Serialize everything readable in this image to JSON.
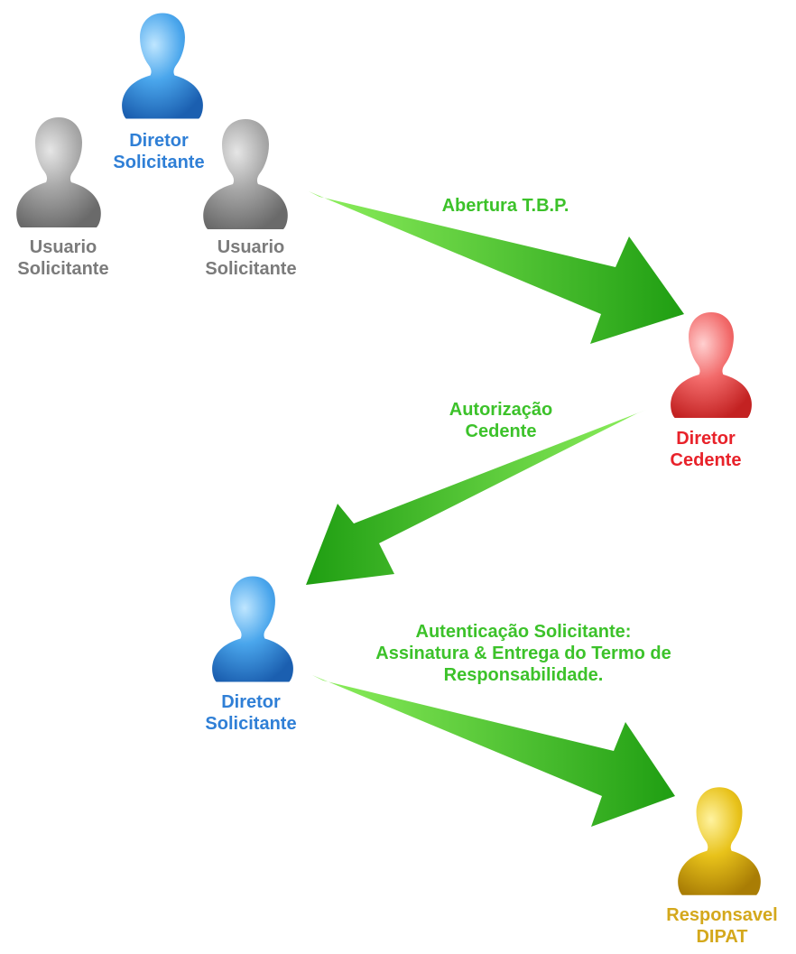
{
  "actors": {
    "director_top": {
      "line1": "Diretor",
      "line2": "Solicitante"
    },
    "user_left": {
      "line1": "Usuario",
      "line2": "Solicitante"
    },
    "user_right": {
      "line1": "Usuario",
      "line2": "Solicitante"
    },
    "director_cedente": {
      "line1": "Diretor",
      "line2": "Cedente"
    },
    "director_bottom": {
      "line1": "Diretor",
      "line2": "Solicitante"
    },
    "dipat": {
      "line1": "Responsavel",
      "line2": "DIPAT"
    }
  },
  "steps": {
    "opening": {
      "line1": "Abertura T.B.P."
    },
    "authorization": {
      "line1": "Autorização",
      "line2": "Cedente"
    },
    "authentication": {
      "line1": "Autenticação Solicitante:",
      "line2": "Assinatura & Entrega do Termo de",
      "line3": "Responsabilidade."
    }
  },
  "colors": {
    "blue": "#2f7fd6",
    "gray": "#7b7b7b",
    "red": "#e8222a",
    "gold": "#d4a81c",
    "green": "#3cc22a"
  },
  "icons": [
    "person-icon",
    "arrow-icon"
  ]
}
